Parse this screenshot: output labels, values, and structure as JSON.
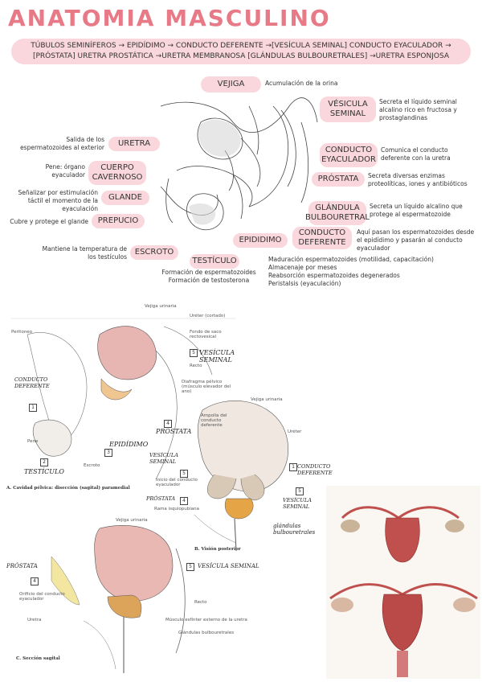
{
  "title": "ANATOMIA MASCULINO",
  "banner": {
    "line1": "TÚBULOS SEMINÍFEROS → EPIDÍDIMO → CONDUCTO DEFERENTE →[VESÍCULA SEMINAL] CONDUCTO EYACULADOR →",
    "line2": "[PRÓSTATA] URETRA PROSTÁTICA →URETRA MEMBRANOSA [GLÁNDULAS BULBOURETRALES] →URETRA ESPONJOSA"
  },
  "labels": {
    "vejiga": "VEJIGA",
    "vesicula": "VÉSICULA SEMINAL",
    "uretra": "URETRA",
    "conducto_eyac": "CONDUCTO EYACULADOR",
    "cuerpo": "CUERPO CAVERNOSO",
    "prostata": "PRÓSTATA",
    "glande": "GLANDE",
    "glandula": "GLÁNDULA BULBOURETRAL",
    "prepucio": "PREPUCIO",
    "conducto_def": "CONDUCTO DEFERENTE",
    "epididimo": "EPIDIDIMO",
    "escroto": "ESCROTO",
    "testiculo": "TESTÍCULO"
  },
  "notes": {
    "vejiga": "Acumulación de la orina",
    "vesicula": "Secreta el líquido seminal alcalino rico en fructosa y prostaglandinas",
    "uretra": "Salida de los espermatozoides al exterior",
    "conducto_eyac": "Comunica el conducto deferente con la uretra",
    "cuerpo": "Pene: órgano eyaculador",
    "prostata": "Secreta diversas enzimas proteolíticas, iones y antibióticos",
    "glande": "Señalizar por estimulación táctil el momento de la eyaculación",
    "glandula": "Secreta un líquido alcalino que protege al espermatozoide",
    "prepucio": "Cubre y protege el glande",
    "conducto_def": "Aquí pasan los espermatozoides desde el epidídimo y pasarán al conducto eyaculador",
    "escroto": "Mantiene la temperatura de los testículos",
    "testiculo": "Formación de espermatozoides\nFormación de testosterona",
    "epididimo": "Maduración espermatozoides (motilidad, capacitación)\nAlmacenaje por meses\nReabsorción espermatozoides degenerados\nPeristalsis (eyaculación)"
  },
  "figA": {
    "printed": [
      "Vejiga urinaria",
      "Uréter (cortado)",
      "Fondo de saco rectovesical",
      "Recto",
      "Diafragma pélvico (músculo elevador del ano)",
      "Peritoneo",
      "Pene",
      "Escroto"
    ],
    "hand": [
      "VESÍCULA SEMINAL",
      "CONDUCTO DEFERENTE",
      "EPIDÍDIMO",
      "TESTÍCULO",
      "PRÓSTATA"
    ],
    "nums": [
      "1",
      "2",
      "3",
      "4",
      "5"
    ],
    "caption": "A. Cavidad pélvica: disección (sagital) paramedial"
  },
  "figB": {
    "printed": [
      "Vejiga urinaria",
      "Ampolla del conducto deferente",
      "Uréter",
      "Inicio del conducto eyaculador",
      "Rama isquiopubiana"
    ],
    "hand": [
      "VESÍCULA SEMINAL",
      "CONDUCTO DEFERENTE",
      "PRÓSTATA",
      "VESÍCULA SEMINAL",
      "glándulas bulbouretrales"
    ],
    "nums": [
      "1",
      "5",
      "4",
      "5"
    ],
    "caption": "B. Visión posterior"
  },
  "figC": {
    "printed": [
      "Vejiga urinaria",
      "Orificio del conducto eyaculador",
      "Uretra",
      "Recto",
      "Músculo esfínter externo de la uretra",
      "Glándulas bulbouretrales"
    ],
    "hand": [
      "PRÓSTATA",
      "VESÍCULA SEMINAL"
    ],
    "nums": [
      "4",
      "5"
    ],
    "caption": "C. Sección sagital"
  },
  "colors": {
    "accent": "#e87a87",
    "pill": "#f9d7dc"
  }
}
